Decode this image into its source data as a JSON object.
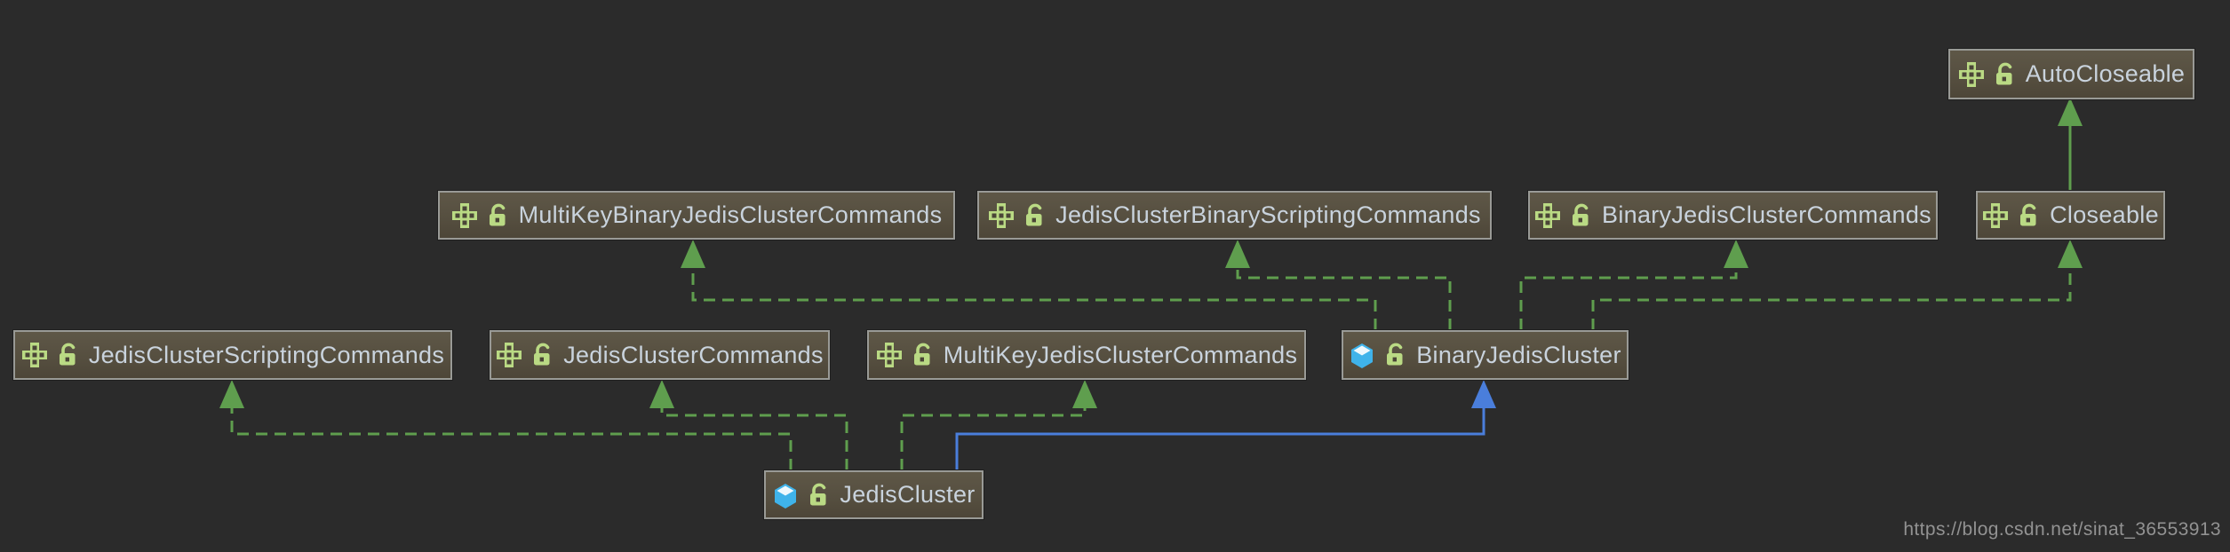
{
  "diagram": {
    "kind": "uml-class-hierarchy",
    "watermark": "https://blog.csdn.net/sinat_36553913",
    "nodes": [
      {
        "id": "autocloseable",
        "label": "AutoCloseable",
        "type": "interface"
      },
      {
        "id": "multikeybinaryjedisclustercommands",
        "label": "MultiKeyBinaryJedisClusterCommands",
        "type": "interface"
      },
      {
        "id": "jedisclusterbinaryscriptingcommands",
        "label": "JedisClusterBinaryScriptingCommands",
        "type": "interface"
      },
      {
        "id": "binaryjedisclustercommands",
        "label": "BinaryJedisClusterCommands",
        "type": "interface"
      },
      {
        "id": "closeable",
        "label": "Closeable",
        "type": "interface"
      },
      {
        "id": "jedisclusterscriptingcommands",
        "label": "JedisClusterScriptingCommands",
        "type": "interface"
      },
      {
        "id": "jedisclustercommands",
        "label": "JedisClusterCommands",
        "type": "interface"
      },
      {
        "id": "multikeyjedisclustercommands",
        "label": "MultiKeyJedisClusterCommands",
        "type": "interface"
      },
      {
        "id": "binaryjediscluster",
        "label": "BinaryJedisCluster",
        "type": "class"
      },
      {
        "id": "jediscluster",
        "label": "JedisCluster",
        "type": "class"
      }
    ],
    "edges": [
      {
        "from": "Closeable",
        "to": "AutoCloseable",
        "relation": "extends",
        "line": "solid",
        "color": "#5f9e4e"
      },
      {
        "from": "BinaryJedisCluster",
        "to": "MultiKeyBinaryJedisClusterCommands",
        "relation": "implements",
        "line": "dashed",
        "color": "#5f9e4e"
      },
      {
        "from": "BinaryJedisCluster",
        "to": "JedisClusterBinaryScriptingCommands",
        "relation": "implements",
        "line": "dashed",
        "color": "#5f9e4e"
      },
      {
        "from": "BinaryJedisCluster",
        "to": "BinaryJedisClusterCommands",
        "relation": "implements",
        "line": "dashed",
        "color": "#5f9e4e"
      },
      {
        "from": "BinaryJedisCluster",
        "to": "Closeable",
        "relation": "implements",
        "line": "dashed",
        "color": "#5f9e4e"
      },
      {
        "from": "JedisCluster",
        "to": "JedisClusterScriptingCommands",
        "relation": "implements",
        "line": "dashed",
        "color": "#5f9e4e"
      },
      {
        "from": "JedisCluster",
        "to": "JedisClusterCommands",
        "relation": "implements",
        "line": "dashed",
        "color": "#5f9e4e"
      },
      {
        "from": "JedisCluster",
        "to": "MultiKeyJedisClusterCommands",
        "relation": "implements",
        "line": "dashed",
        "color": "#5f9e4e"
      },
      {
        "from": "JedisCluster",
        "to": "BinaryJedisCluster",
        "relation": "extends",
        "line": "solid",
        "color": "#4a7edb"
      }
    ],
    "colors": {
      "background": "#2b2b2b",
      "node_fill_top": "#5e5747",
      "node_fill_bottom": "#4d4638",
      "node_border": "#999a96",
      "label_text": "#c9d3dd",
      "interface_icon": "#bada84",
      "class_icon": "#3fb3ea",
      "lock_icon": "#bada84",
      "edge_green": "#5f9e4e",
      "edge_blue": "#4a7edb",
      "watermark_text": "#929292"
    }
  }
}
